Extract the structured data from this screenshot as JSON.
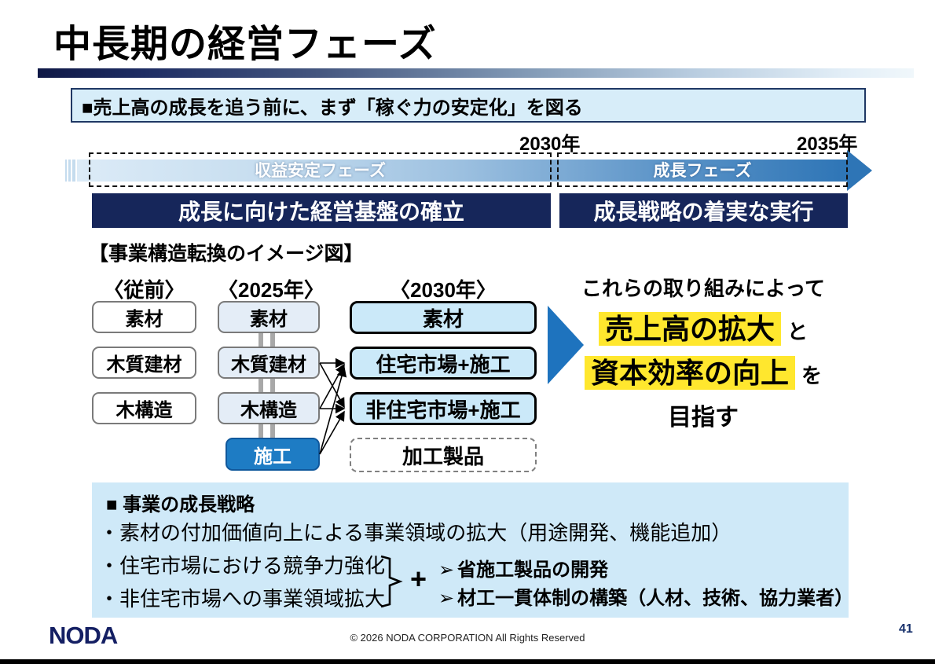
{
  "slide": {
    "title": "中長期の経営フェーズ",
    "page_number": "41",
    "copyright": "© 2026 NODA CORPORATION All Rights Reserved",
    "logo": "NODA"
  },
  "banner": {
    "text": "■売上高の成長を追う前に、まず「稼ぐ力の安定化」を図る"
  },
  "timeline": {
    "years": [
      "2030年",
      "2035年"
    ],
    "phase1": "収益安定フェーズ",
    "phase2": "成長フェーズ",
    "goal1": "成長に向けた経営基盤の確立",
    "goal2": "成長戦略の着実な実行"
  },
  "diagram": {
    "caption": "【事業構造転換のイメージ図】",
    "col1": {
      "header": "〈従前〉",
      "boxes": [
        "素材",
        "木質建材",
        "木構造"
      ]
    },
    "col2": {
      "header": "〈2025年〉",
      "boxes": [
        "素材",
        "木質建材",
        "木構造",
        "施工"
      ]
    },
    "col3": {
      "header": "〈2030年〉",
      "boxes": [
        "素材",
        "住宅市場+施工",
        "非住宅市場+施工",
        "加工製品"
      ]
    }
  },
  "outcome": {
    "line1": "これらの取り組みによって",
    "highlight1": "売上高の拡大",
    "connector1": "と",
    "highlight2": "資本効率の向上",
    "connector2": "を",
    "line4": "目指す"
  },
  "strategy": {
    "heading": "■ 事業の成長戦略",
    "bullets": [
      "・素材の付加価値向上による事業領域の拡大（用途開発、機能追加）",
      "・住宅市場における競争力強化",
      "・非住宅市場への事業領域拡大"
    ],
    "plus": "+",
    "sub_items": [
      {
        "marker": "➢",
        "text": "省施工製品の開発"
      },
      {
        "marker": "➢",
        "text": "材工一貫体制の構築（人材、技術、協力業者）"
      }
    ]
  },
  "colors": {
    "accent_navy": "#16265a",
    "phase_blue": "#2e75b6",
    "highlight_yellow": "#ffe72e",
    "light_blue_box": "#cbe9f9",
    "construction_blue": "#1e7cc4",
    "banner_bg": "#d7edf9",
    "strategy_bg": "#cfe9f8"
  }
}
